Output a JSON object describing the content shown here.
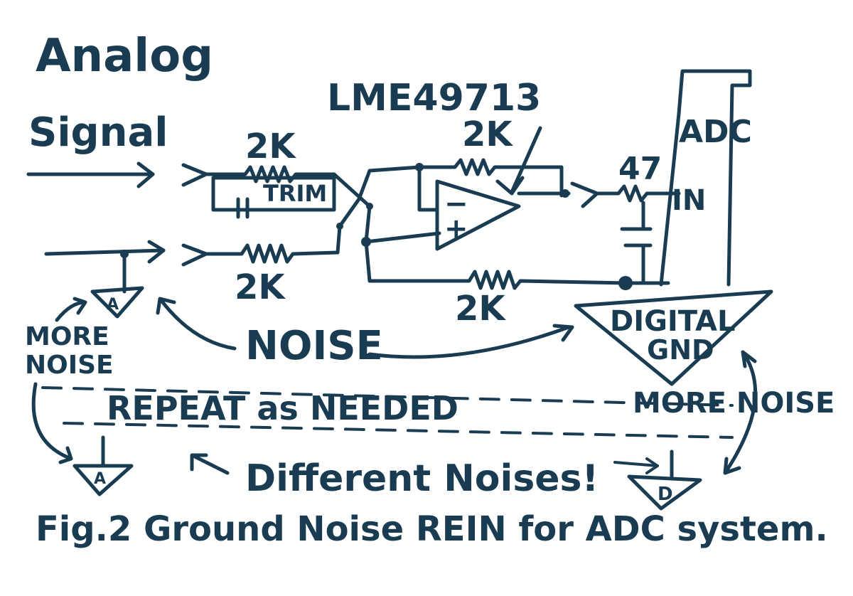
{
  "colors": {
    "ink": "#1a3c52",
    "paper": "#ffffff"
  },
  "labels": {
    "analog": "Analog",
    "signal": "Signal",
    "opamp_part": "LME49713",
    "r_top_in": "2K",
    "r_bottom_in": "2K",
    "r_feedback": "2K",
    "r_bottom_long": "2K",
    "r_out": "47",
    "trim": "TRIM",
    "adc": "ADC",
    "adc_in": "IN",
    "opamp_minus": "−",
    "opamp_plus": "+",
    "gnd_a_left": "A",
    "gnd_a_bottom": "A",
    "gnd_d_bottom": "D",
    "digital": "DIGITAL",
    "gnd": "GND",
    "noise": "NOISE",
    "more_noise_left_1": "MORE",
    "more_noise_left_2": "NOISE",
    "more_noise_right": "MORE NOISE",
    "repeat": "REPEAT as NEEDED",
    "different_noises": "Different Noises!",
    "caption": "Fig.2 Ground Noise REIN for ADC system."
  }
}
